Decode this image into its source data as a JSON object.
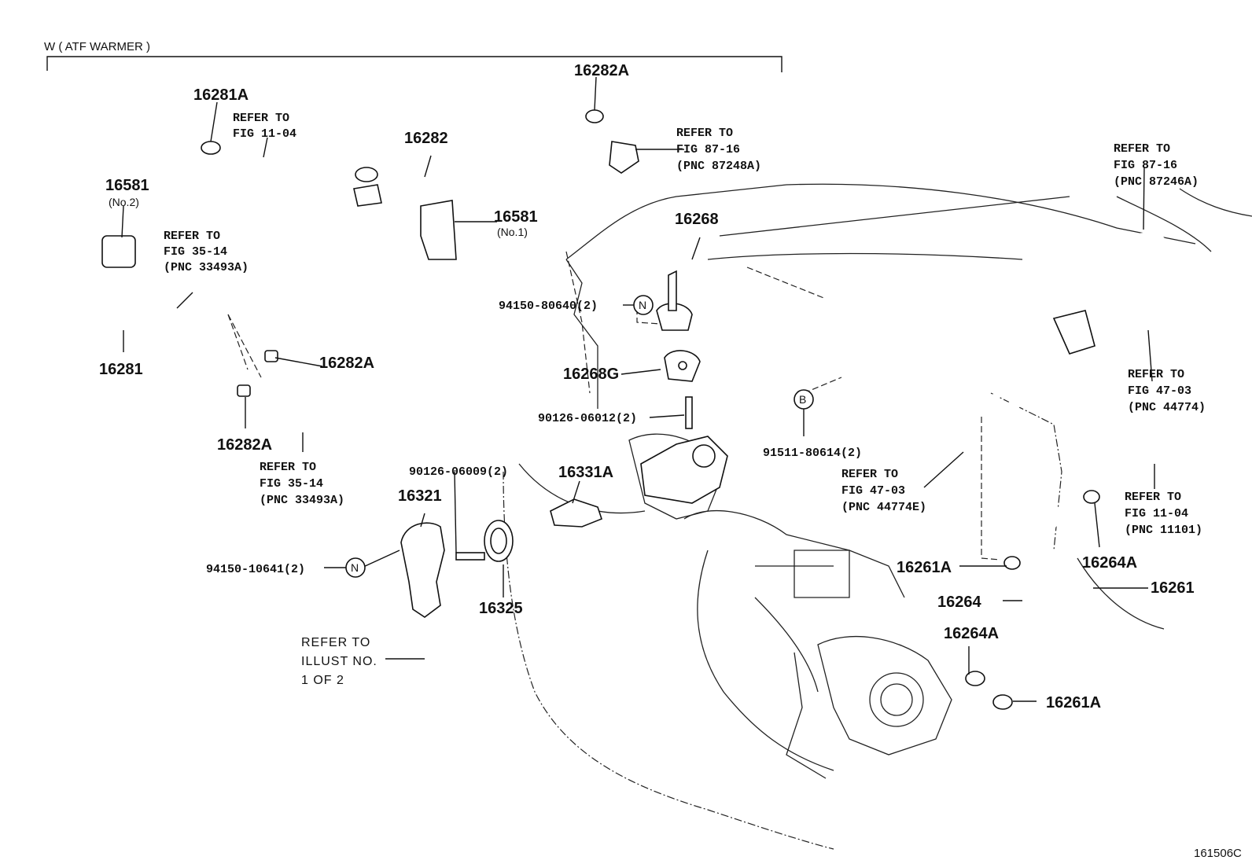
{
  "header": {
    "section_title": "W ( ATF WARMER )"
  },
  "footer": {
    "illustration_code": "161506C"
  },
  "callouts": {
    "c16281A": "16281A",
    "c16282A_top": "16282A",
    "c16282": "16282",
    "c16581_no2": "16581",
    "c16581_no2_sub": "(No.2)",
    "c16581_no1": "16581",
    "c16581_no1_sub": "(No.1)",
    "c16281": "16281",
    "c16282A_mid": "16282A",
    "c16282A_low": "16282A",
    "c16268": "16268",
    "c94150_80640": "94150-80640(2)",
    "c16268G": "16268G",
    "c90126_06012": "90126-06012(2)",
    "c90126_06009": "90126-06009(2)",
    "c16331A": "16331A",
    "c16321": "16321",
    "c94150_10641": "94150-10641(2)",
    "c16325": "16325",
    "c91511_80614": "91511-80614(2)",
    "c16261A_upper": "16261A",
    "c16264A_right": "16264A",
    "c16264": "16264",
    "c16261": "16261",
    "c16264A_low": "16264A",
    "c16261A_low": "16261A"
  },
  "symbols": {
    "n1": "N",
    "n2": "N",
    "b": "B"
  },
  "references": {
    "r1": {
      "l1": "REFER TO",
      "l2": "FIG 11-04"
    },
    "r2": {
      "l1": "REFER TO",
      "l2": "FIG 87-16",
      "l3": "(PNC 87248A)"
    },
    "r3": {
      "l1": "REFER TO",
      "l2": "FIG 87-16",
      "l3": "(PNC 87246A)"
    },
    "r4": {
      "l1": "REFER TO",
      "l2": "FIG 35-14",
      "l3": "(PNC 33493A)"
    },
    "r5": {
      "l1": "REFER TO",
      "l2": "FIG 35-14",
      "l3": "(PNC 33493A)"
    },
    "r6": {
      "l1": "REFER TO",
      "l2": "FIG 47-03",
      "l3": "(PNC 44774)"
    },
    "r7": {
      "l1": "REFER TO",
      "l2": "FIG 47-03",
      "l3": "(PNC 44774E)"
    },
    "r8": {
      "l1": "REFER TO",
      "l2": "FIG 11-04",
      "l3": "(PNC 11101)"
    },
    "r9": {
      "l1": "REFER TO",
      "l2": "ILLUST NO.",
      "l3": "1 OF 2"
    }
  },
  "colors": {
    "line": "#111111",
    "background": "#ffffff"
  }
}
